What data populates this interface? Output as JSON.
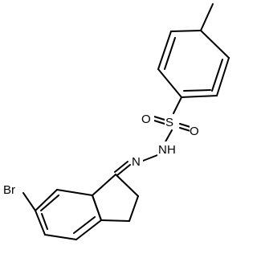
{
  "molecule": {
    "atoms": {
      "oxygen_1": "O",
      "oxygen_2": "O",
      "sulfur": "S",
      "nitrogen_nh_n": "N",
      "nitrogen_nh_h": "H",
      "nitrogen_imine": "N",
      "bromine": "Br"
    },
    "colors": {
      "bonds": "#000000",
      "labels": "#000000",
      "background": "#ffffff"
    }
  }
}
